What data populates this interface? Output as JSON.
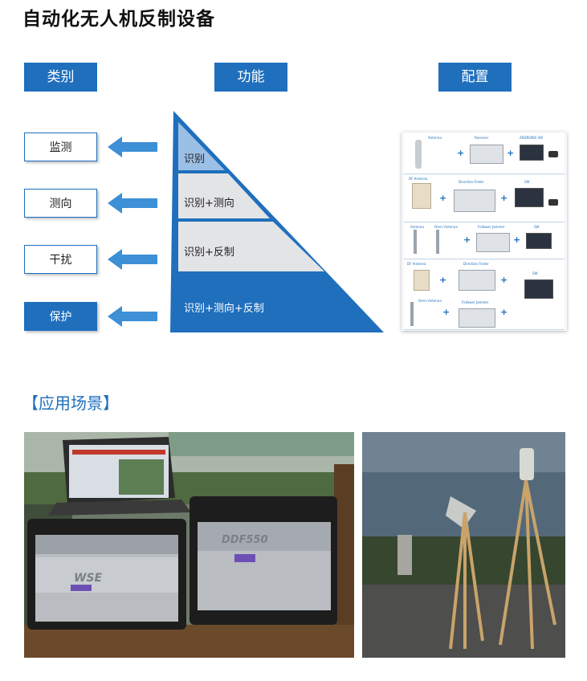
{
  "title": "自动化无人机反制设备",
  "headers": {
    "category": "类别",
    "function": "功能",
    "config": "配置"
  },
  "categories": [
    {
      "label": "监测",
      "active": false
    },
    {
      "label": "测向",
      "active": false
    },
    {
      "label": "干扰",
      "active": false
    },
    {
      "label": "保护",
      "active": true
    }
  ],
  "pyramid": {
    "tiers": [
      "识别",
      "识别+测向",
      "识别+反制",
      "识别+测向+反制"
    ]
  },
  "config_rows": [
    {
      "labels": [
        "Antenna",
        "Receiver",
        "ARDRONIS SW"
      ]
    },
    {
      "labels": [
        "DF Antenna",
        "Direction Finder",
        "SW"
      ]
    },
    {
      "labels": [
        "Antenna",
        "Omni Antenna",
        "Follower Jammer",
        "SW"
      ]
    },
    {
      "labels": [
        "DF Antenna",
        "Direction Finder",
        "SW",
        "Omni Antenna",
        "Follower Jammer"
      ]
    }
  ],
  "scenes_heading": "【应用场景】",
  "photo_left": {
    "device_label_1": "WSE",
    "device_label_2": "DDF550"
  },
  "colors": {
    "brand_blue": "#1f6fbd",
    "arrow_blue": "#3d8fd6",
    "tier_light": "#9cbfe6",
    "tier_gray": "#e3e4e6"
  }
}
